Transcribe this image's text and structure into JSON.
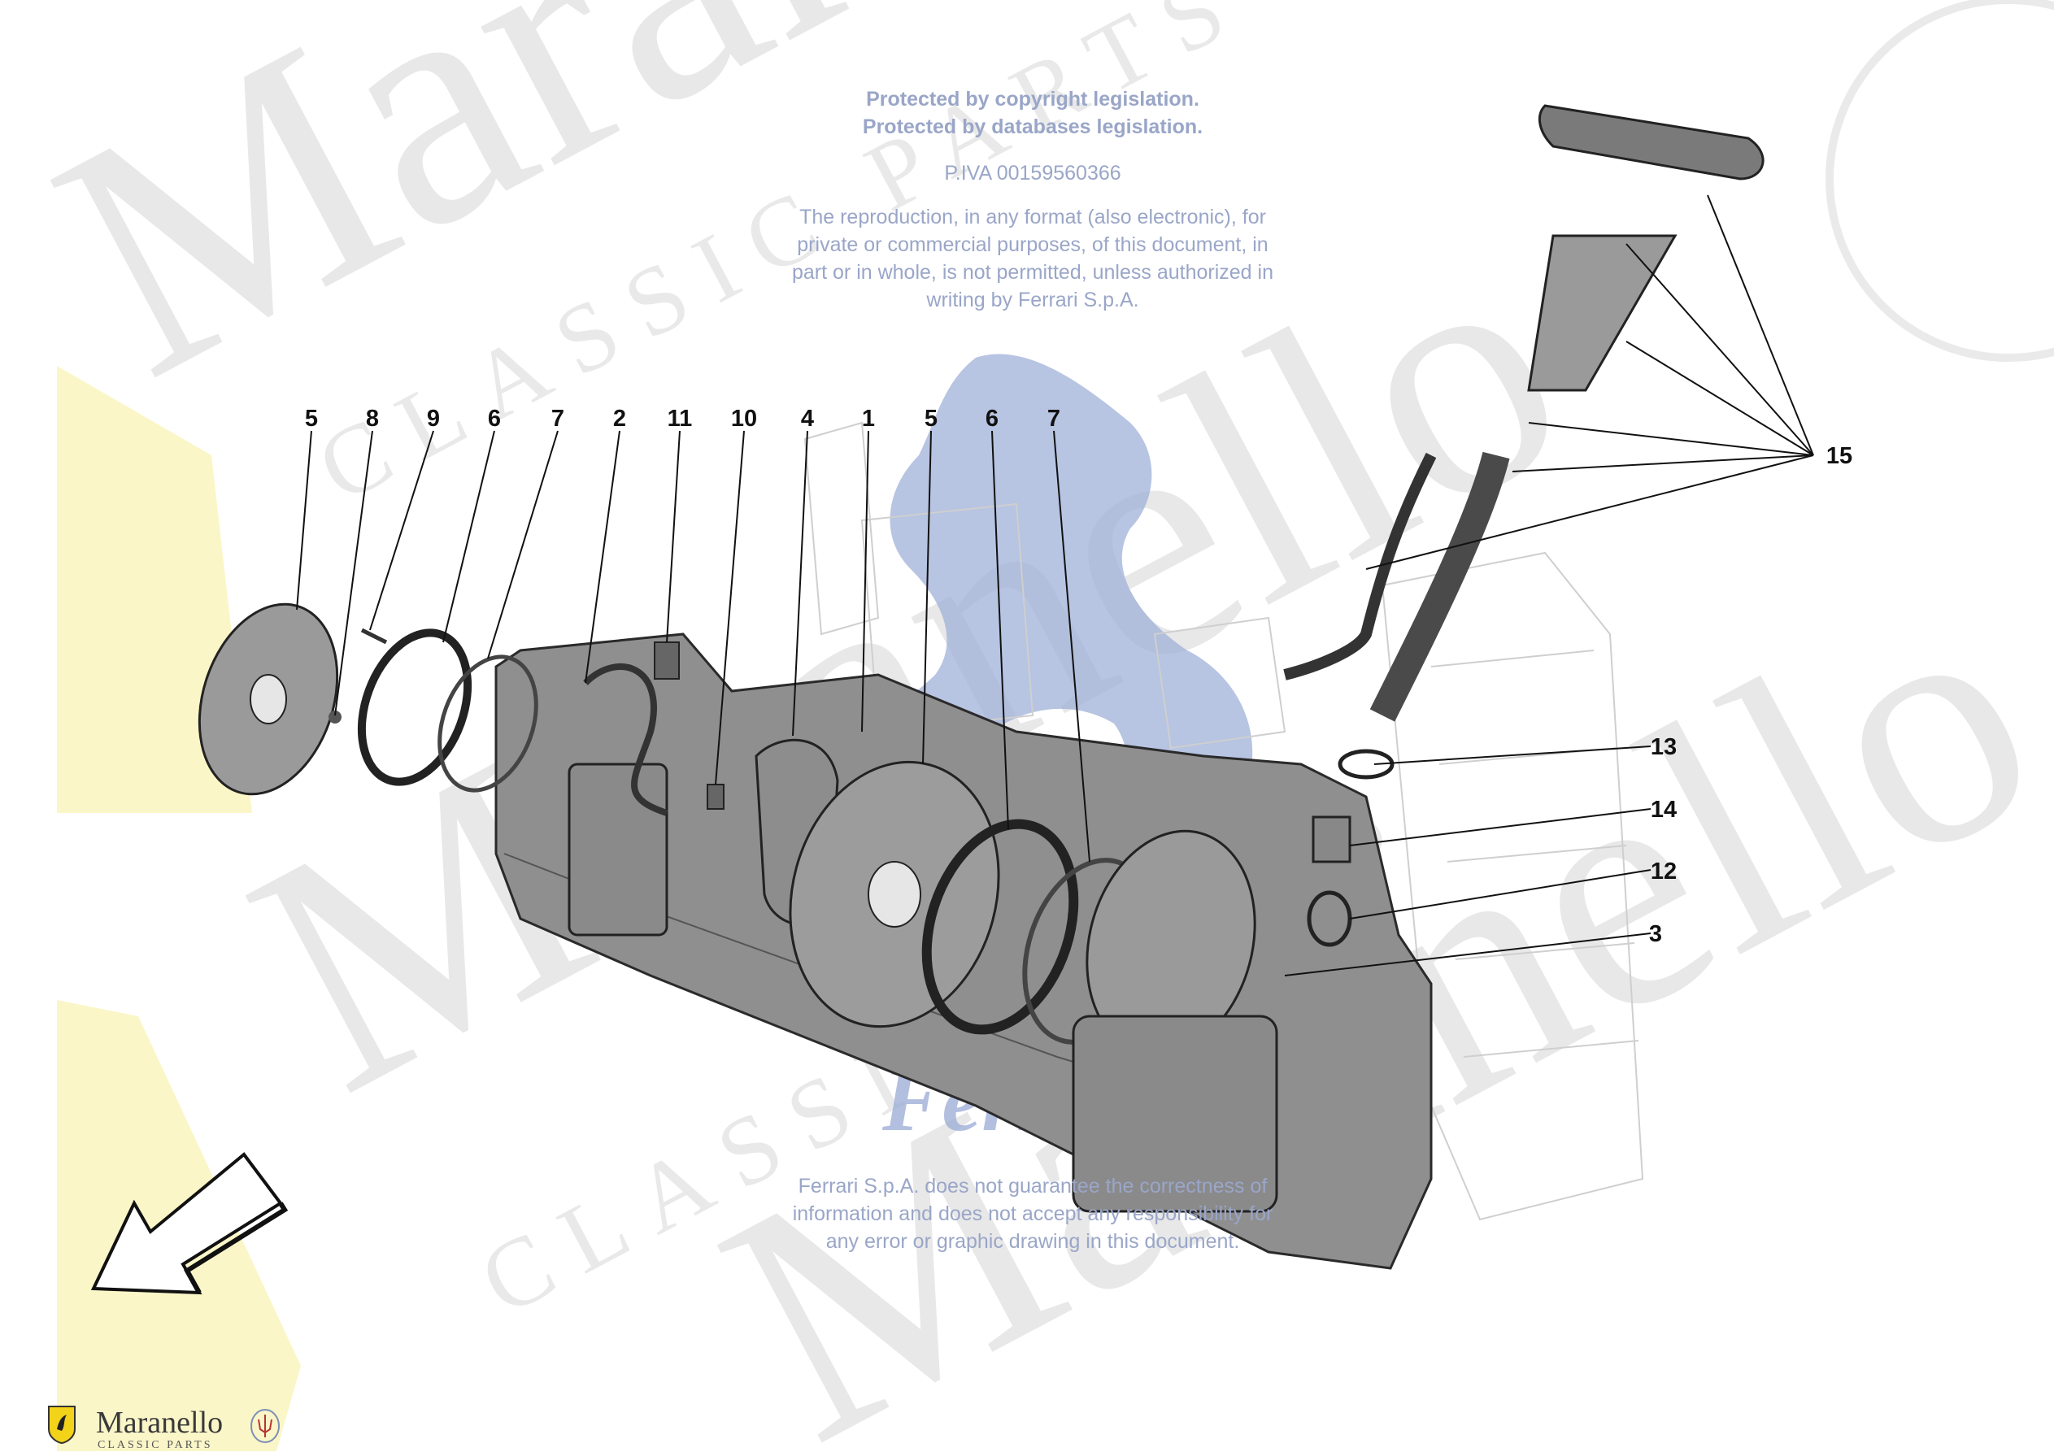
{
  "watermark": {
    "text_large": "Maranello",
    "text_small": "CLASSIC PARTS",
    "colors": {
      "watermark": "#d9d9d9",
      "yellow_shield": "#f6ef9a",
      "ferrari_blue": "#9fb0d8"
    }
  },
  "notice": {
    "line1": "Protected by copyright legislation.",
    "line2": "Protected by databases legislation.",
    "piva": "P.IVA 00159560366",
    "reproduction": [
      "The reproduction, in any format (also electronic), for",
      "private or commercial purposes, of this document, in",
      "part or in whole, is not permitted, unless authorized in",
      "writing by Ferrari S.p.A."
    ],
    "disclaimer": [
      "Ferrari S.p.A. does not guarantee the correctness of",
      "information and does not accept any responsibility for",
      "any error or graphic drawing in this document."
    ]
  },
  "ferrari_logo_text": "Ferrari",
  "callouts": [
    "5",
    "8",
    "9",
    "6",
    "7",
    "2",
    "11",
    "10",
    "4",
    "1",
    "5",
    "6",
    "7",
    "15",
    "13",
    "14",
    "12",
    "3"
  ],
  "direction_arrow_icon": "arrow-down-left-icon",
  "brand": {
    "name": "Maranello",
    "sub": "CLASSIC PARTS"
  }
}
